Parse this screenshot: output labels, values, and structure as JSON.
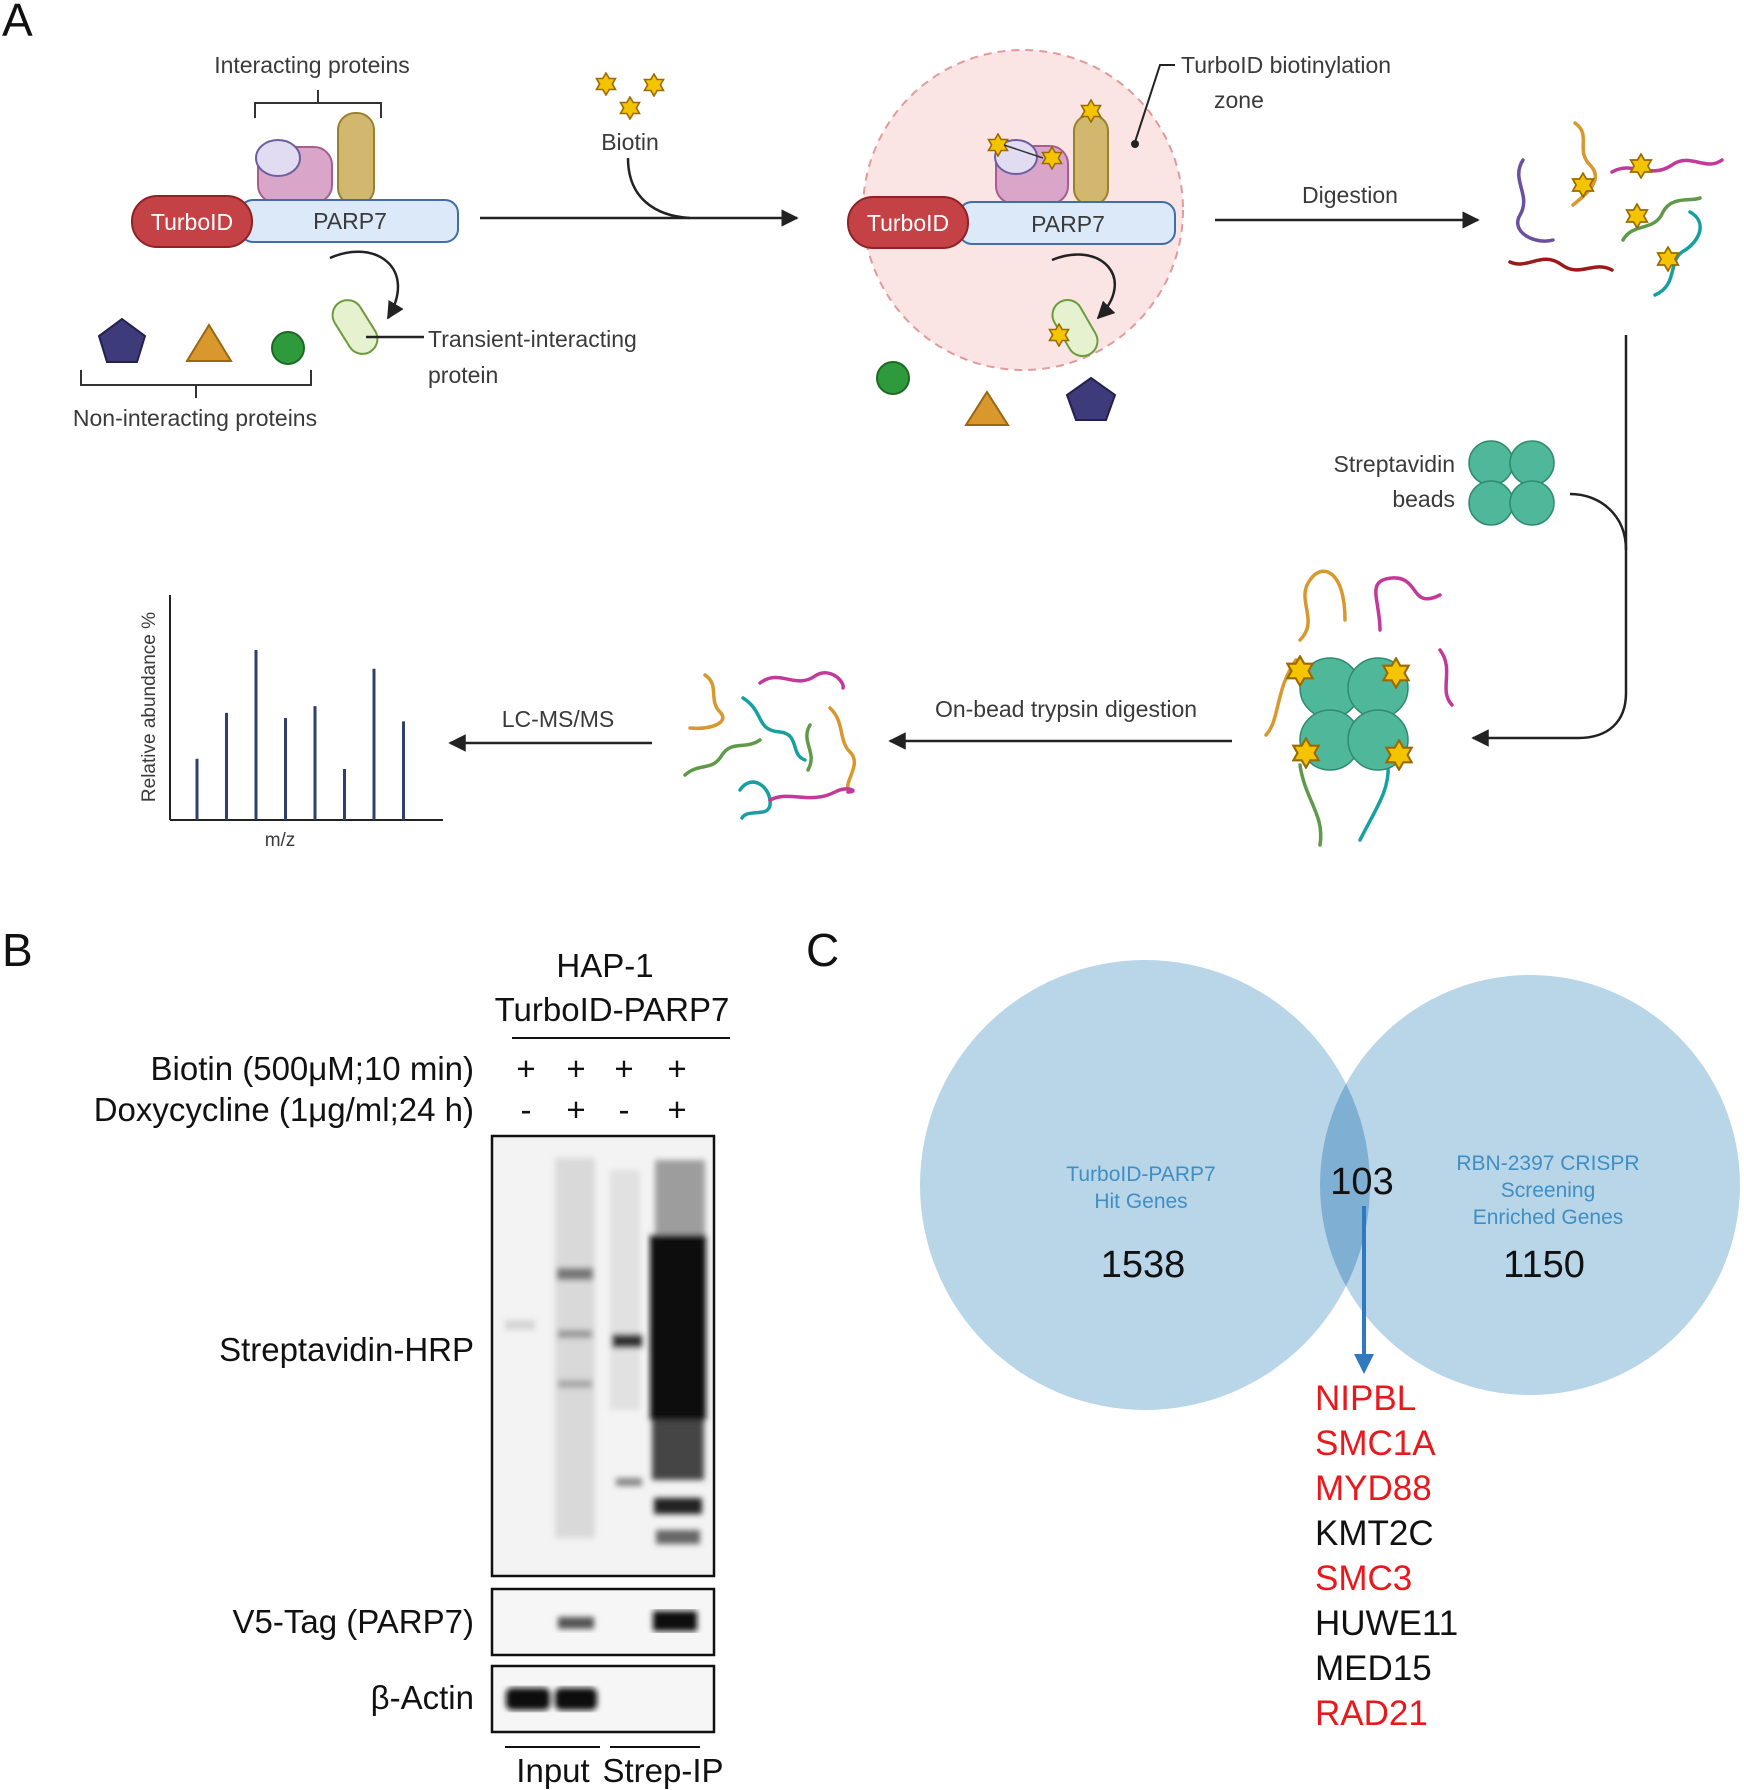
{
  "panel_a": {
    "letter": "A",
    "interacting_proteins": "Interacting proteins",
    "turboid": "TurboID",
    "parp7": "PARP7",
    "transient_line1": "Transient-interacting",
    "transient_line2": "protein",
    "non_interacting": "Non-interacting proteins",
    "biotin": "Biotin",
    "zone_line1": "TurboID biotinylation",
    "zone_line2": "zone",
    "digestion": "Digestion",
    "streptavidin_line1": "Streptavidin",
    "streptavidin_line2": "beads",
    "on_bead": "On-bead trypsin digestion",
    "lcms": "LC-MS/MS",
    "spectrum": {
      "ylabel": "Relative abundance %",
      "xlabel": "m/z",
      "peaks": [
        0.36,
        0.63,
        1.0,
        0.6,
        0.67,
        0.3,
        0.89,
        0.58
      ]
    }
  },
  "panel_b": {
    "letter": "B",
    "cell_line": "HAP-1",
    "construct": "TurboID-PARP7",
    "biotin_label": "Biotin (500μM;10 min)",
    "biotin_signs": [
      "+",
      "+",
      "+",
      "+"
    ],
    "dox_label": "Doxycycline (1μg/ml;24 h)",
    "dox_signs": [
      "-",
      "+",
      "-",
      "+"
    ],
    "blots": [
      "Streptavidin-HRP",
      "V5-Tag (PARP7)",
      "β-Actin"
    ],
    "groups": [
      "Input",
      "Strep-IP"
    ]
  },
  "panel_c": {
    "letter": "C",
    "left_set": {
      "line1": "TurboID-PARP7",
      "line2": "Hit Genes",
      "count": "1538"
    },
    "right_set": {
      "line1": "RBN-2397 CRISPR",
      "line2": "Screening",
      "line3": "Enriched Genes",
      "count": "1150"
    },
    "overlap_count": "103",
    "genes": [
      {
        "name": "NIPBL",
        "color": "#e8191c"
      },
      {
        "name": "SMC1A",
        "color": "#e8191c"
      },
      {
        "name": "MYD88",
        "color": "#e8191c"
      },
      {
        "name": "KMT2C",
        "color": "#111111"
      },
      {
        "name": "SMC3",
        "color": "#e8191c"
      },
      {
        "name": "HUWE11",
        "color": "#111111"
      },
      {
        "name": "MED15",
        "color": "#111111"
      },
      {
        "name": "RAD21",
        "color": "#e8191c"
      }
    ],
    "circle_color": "#b9d5e8",
    "overlap_color": "#7fb0d3",
    "arrow_color": "#2f79c0"
  }
}
